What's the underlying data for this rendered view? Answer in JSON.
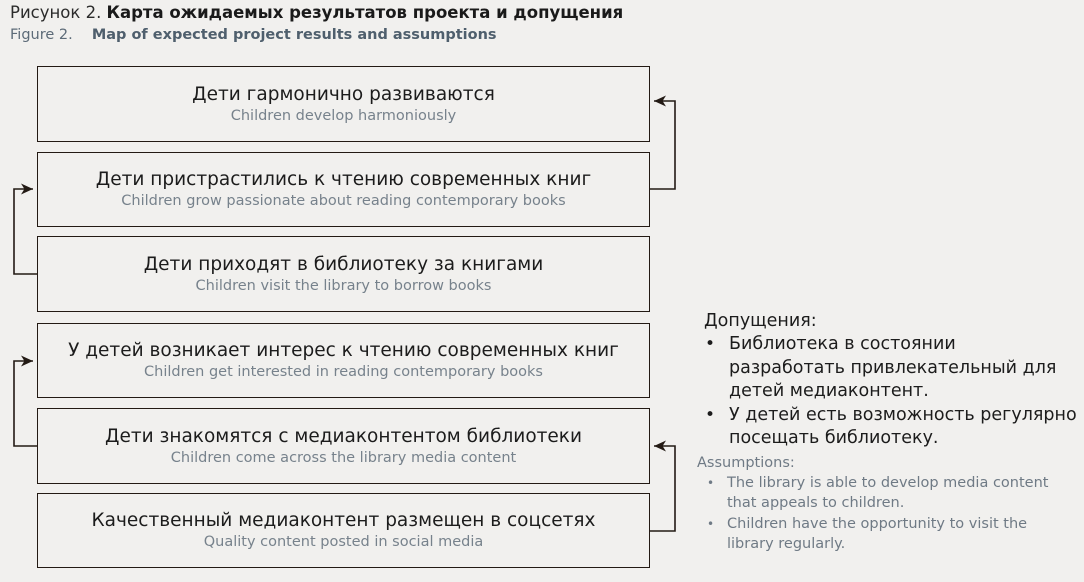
{
  "caption": {
    "ru_label": "Рисунок 2.",
    "ru_title": "Карта ожидаемых результатов проекта и допущения",
    "en_label": "Figure 2.",
    "en_title": "Map of expected project results and assumptions"
  },
  "boxes": [
    {
      "ru": "Дети гармонично развиваются",
      "en": "Children develop harmoniously"
    },
    {
      "ru": "Дети пристрастились к чтению современных книг",
      "en": "Children grow passionate about reading contemporary books"
    },
    {
      "ru": "Дети приходят в библиотеку за книгами",
      "en": "Children visit the library to borrow books"
    },
    {
      "ru": "У детей возникает интерес к чтению современных книг",
      "en": "Children get interested in reading contemporary books"
    },
    {
      "ru": "Дети знакомятся с медиаконтентом библиотеки",
      "en": "Children come across the library media content"
    },
    {
      "ru": "Качественный медиаконтент размещен в соцсетях",
      "en": "Quality content posted in social media"
    }
  ],
  "assumptions": {
    "ru_heading": "Допущения:",
    "ru_items": [
      "Библиотека в состоянии разработать привлекательный для детей медиаконтент.",
      "У детей есть возможность регулярно посещать библиотеку."
    ],
    "en_heading": "Assumptions:",
    "en_items": [
      "The library is able to develop media content that appeals to children.",
      "Children have the opportunity to visit the library regularly."
    ],
    "bullet_glyph": "•"
  },
  "colors": {
    "background": "#f1f0ee",
    "box_border": "#231a14",
    "ru_text": "#1c1c1c",
    "en_text": "#77828c",
    "caption_en": "#5d6b78",
    "connector": "#231a14"
  }
}
